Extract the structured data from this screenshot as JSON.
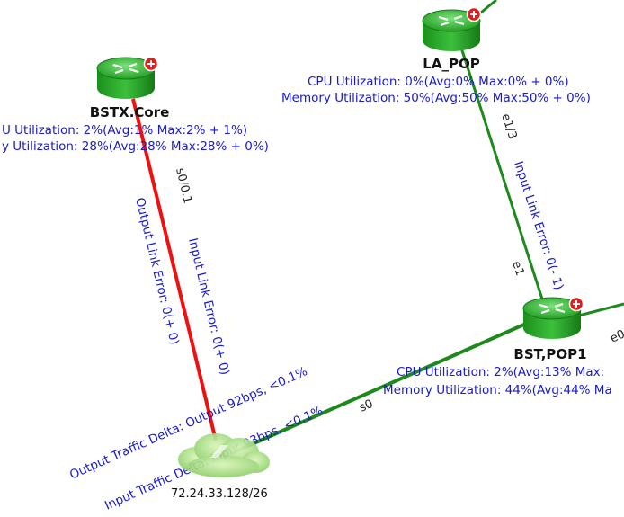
{
  "colors": {
    "link_down": "#ee1111",
    "link_up": "#1e8a1e",
    "router_green": "#2fb52f",
    "badge_red": "#e01e1e",
    "stat_text": "#1a1acc"
  },
  "nodes": {
    "bstx_core": {
      "name": "BSTX.Core",
      "cpu": "U Utilization: 2%(Avg:1% Max:2% + 1%)",
      "memory": "y Utilization: 28%(Avg:28% Max:28% + 0%)",
      "icon": "router-icon",
      "badge": "plus-badge-icon"
    },
    "la_pop": {
      "name": "LA_POP",
      "cpu": "CPU Utilization: 0%(Avg:0% Max:0% + 0%)",
      "memory": "Memory Utilization: 50%(Avg:50% Max:50% + 0%)",
      "icon": "router-icon",
      "badge": "plus-badge-icon"
    },
    "bst_pop1": {
      "name": "BST,POP1",
      "cpu": "CPU Utilization: 2%(Avg:13% Max:",
      "memory": "Memory Utilization: 44%(Avg:44% Ma",
      "icon": "router-icon",
      "badge": "plus-badge-icon"
    },
    "cloud": {
      "subnet": "72.24.33.128/26",
      "icon": "cloud-icon"
    }
  },
  "links": {
    "bstx_to_cloud": {
      "iface": "s0/0.1",
      "input_error": "Input Link Error: 0(+ 0)",
      "output_error": "Output Link Error: 0(+ 0)"
    },
    "la_to_bst": {
      "iface_top": "e1/3",
      "iface_bottom": "e1",
      "input_error": "Input Link Error: 0(- 1)"
    },
    "bst_to_cloud": {
      "iface": "s0",
      "output_traffic": "Output Traffic Delta: Output 92bps, <0.1%",
      "input_traffic": "Input Traffic Delta: Input 93bps, <0.1%"
    },
    "bst_right": {
      "iface": "e0"
    }
  }
}
